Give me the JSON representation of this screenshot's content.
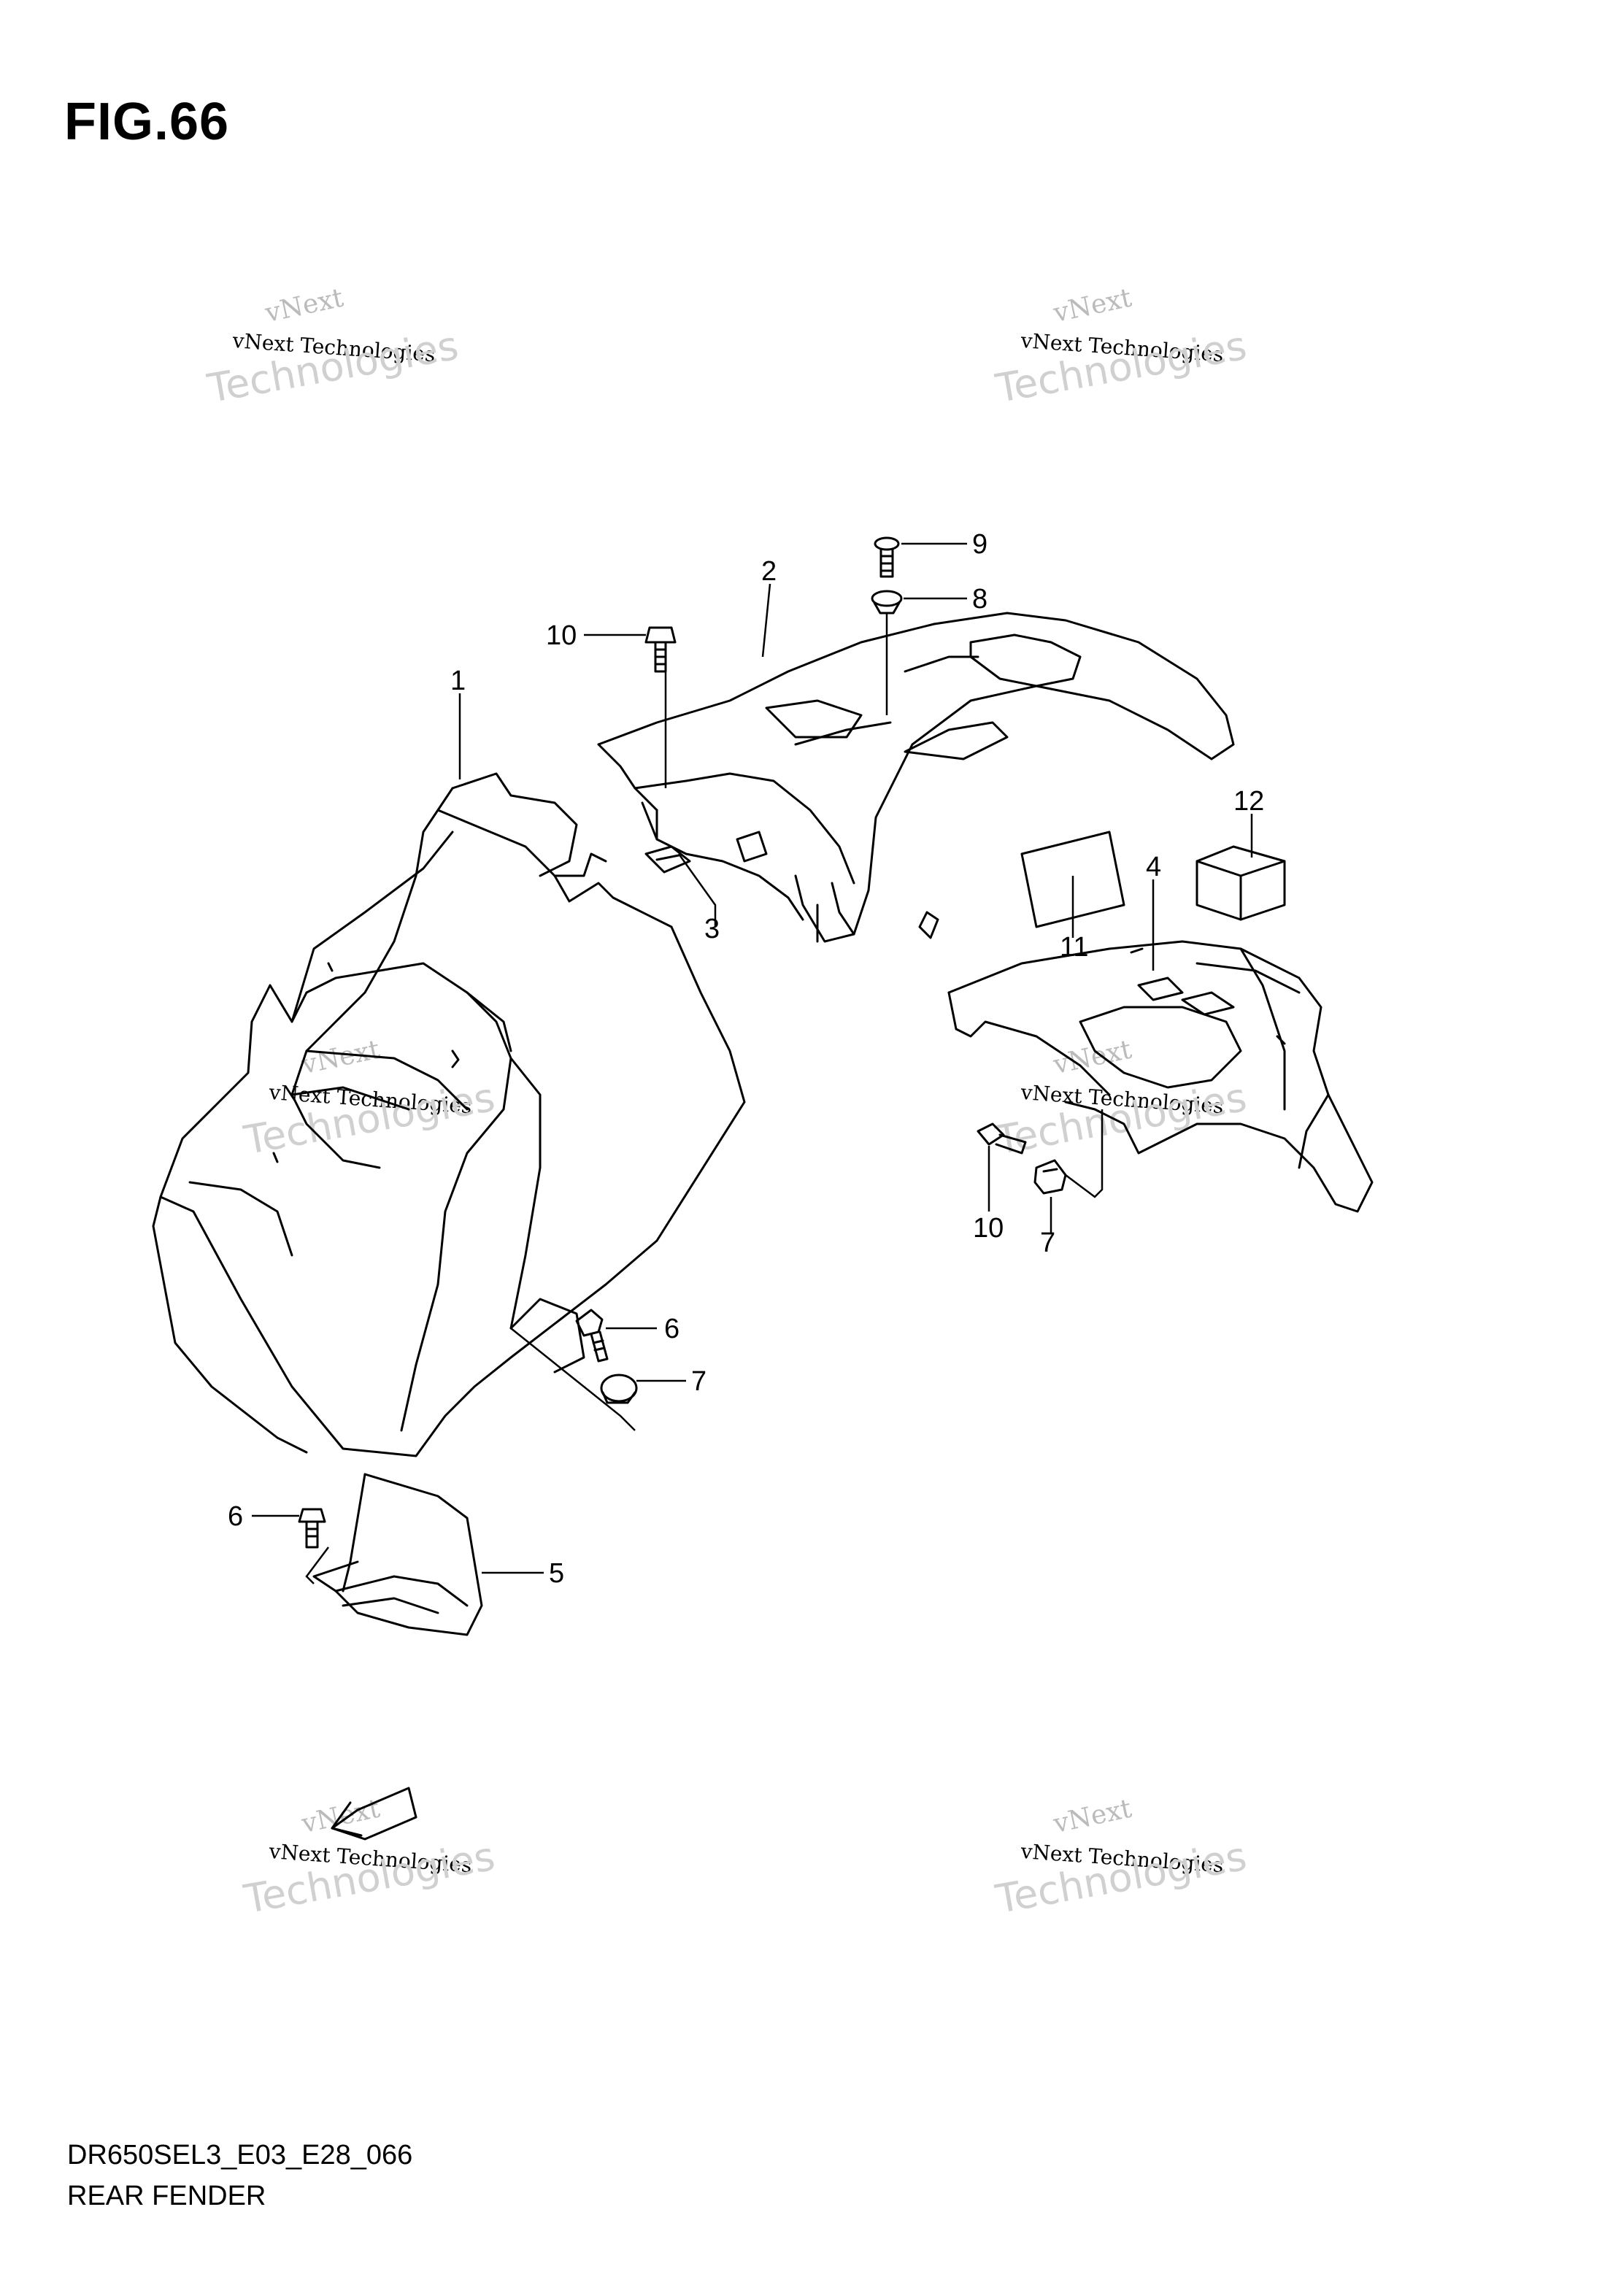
{
  "figure": {
    "title": "FIG.66",
    "code": "DR650SEL3_E03_E28_066",
    "name": "REAR FENDER"
  },
  "watermark": {
    "line1": "vNext",
    "line2": "vNext Technologies",
    "line3": "Technologies"
  },
  "callouts": {
    "c1": "1",
    "c2": "2",
    "c3": "3",
    "c4": "4",
    "c5": "5",
    "c6a": "6",
    "c6b": "6",
    "c7a": "7",
    "c7b": "7",
    "c8": "8",
    "c9": "9",
    "c10a": "10",
    "c10b": "10",
    "c11": "11",
    "c12": "12"
  },
  "colors": {
    "line": "#000000",
    "background": "#ffffff"
  }
}
